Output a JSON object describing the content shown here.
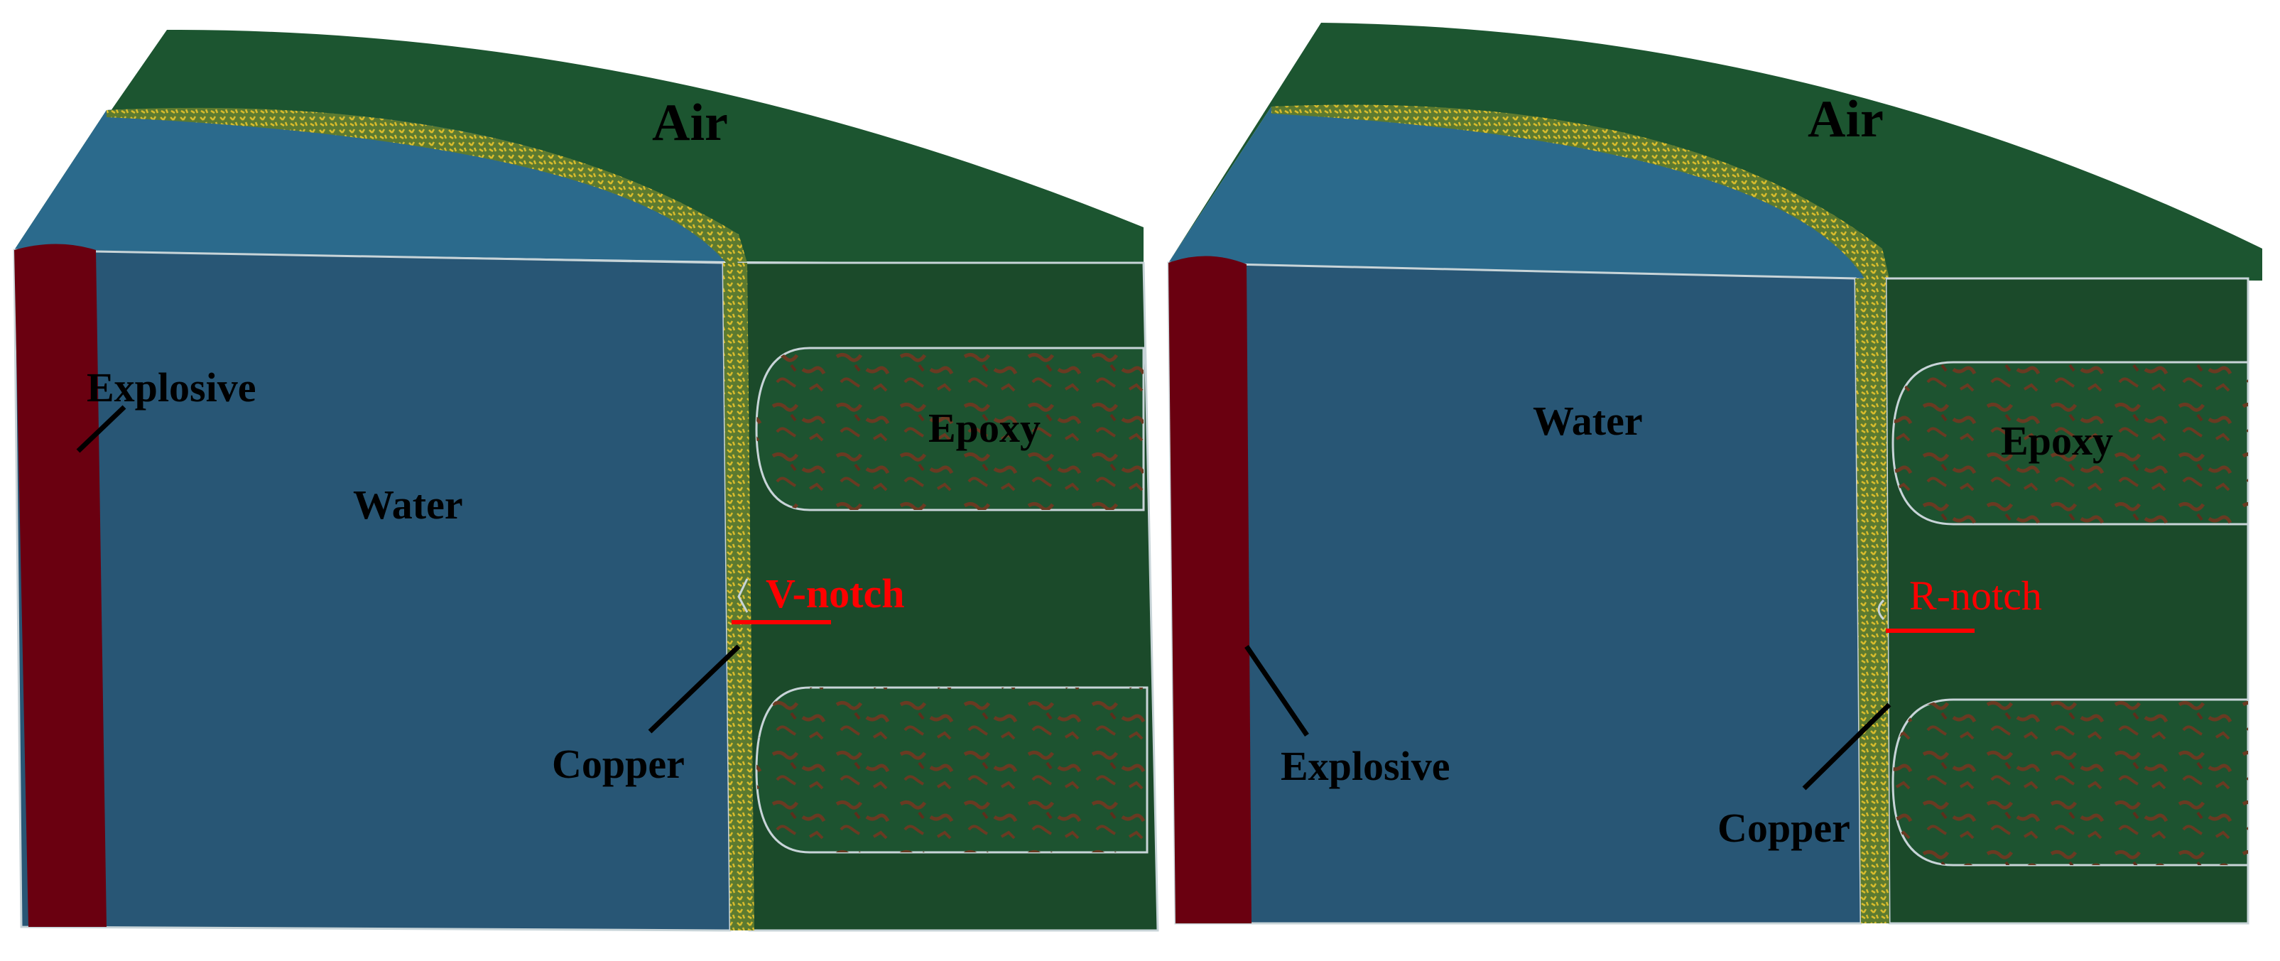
{
  "colors": {
    "air_top": "#1c5530",
    "air_side": "#1b4a2a",
    "water_top": "#2b6a8c",
    "water_side": "#285675",
    "explosive": "#6a0010",
    "explosive_top": "#8c1a2a",
    "copper": "#6f8a3a",
    "copper_fleck": "#d4b52a",
    "epoxy_fleck": "#6a3a22",
    "edge_line": "#c8d4d8",
    "leader_black": "#000000",
    "leader_red": "#ff0000"
  },
  "panels": [
    {
      "air_label": "Air",
      "explosive_label": "Explosive",
      "water_label": "Water",
      "epoxy_label": "Epoxy",
      "notch_label": "V-notch",
      "copper_label": "Copper"
    },
    {
      "air_label": "Air",
      "explosive_label": "Explosive",
      "water_label": "Water",
      "epoxy_label": "Epoxy",
      "notch_label": "R-notch",
      "copper_label": "Copper"
    }
  ]
}
